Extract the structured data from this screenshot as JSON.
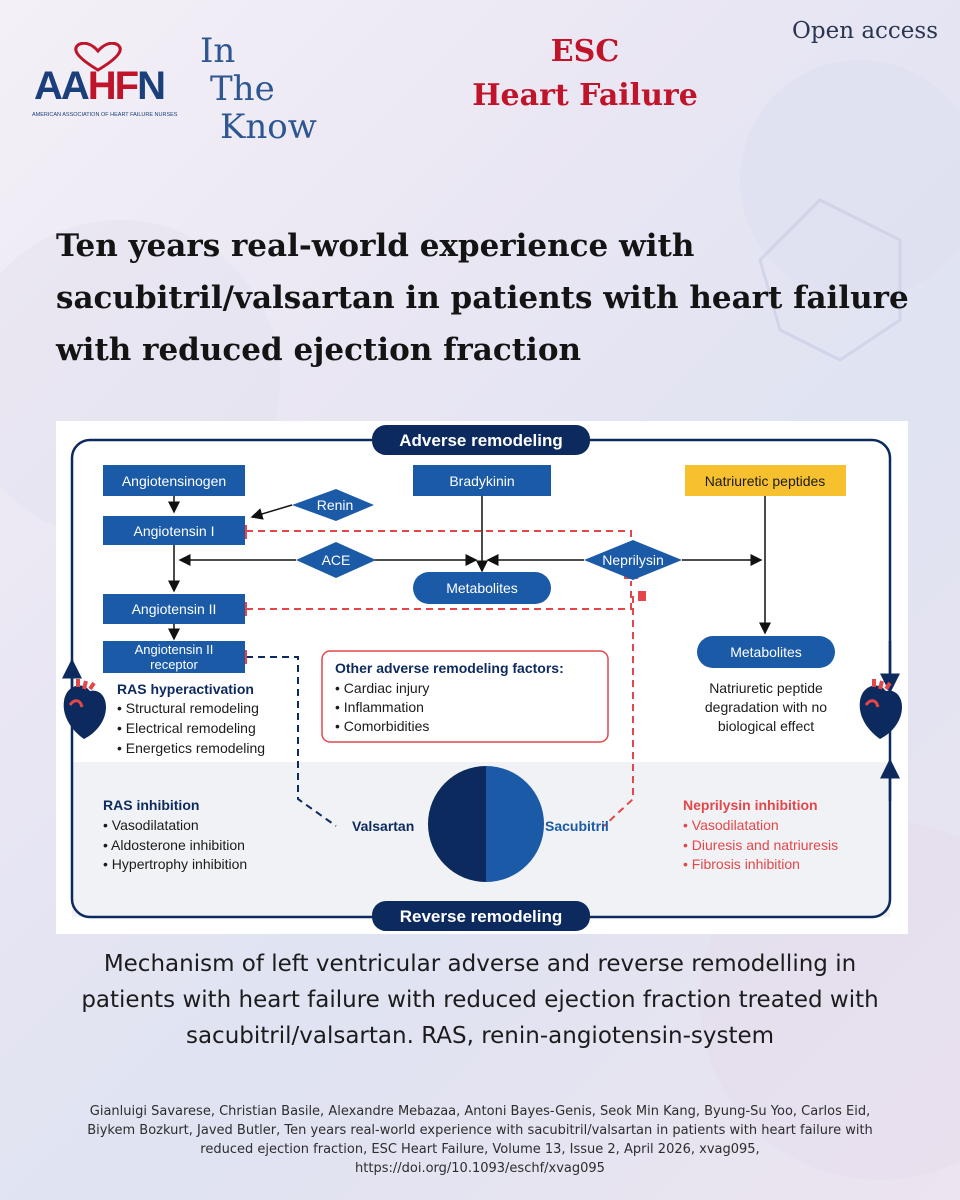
{
  "logo": {
    "letters": "AAHFN",
    "subtitle": "AMERICAN ASSOCIATION OF HEART FAILURE NURSES"
  },
  "header": {
    "brand_lines": [
      "In",
      "The",
      "Know"
    ],
    "journal_lines": [
      "ESC",
      "Heart Failure"
    ],
    "access": "Open access"
  },
  "title_lines": [
    "Ten years real-world experience with",
    "sacubitril/valsartan in patients with heart failure",
    "with reduced ejection fraction"
  ],
  "figure": {
    "top_banner": "Adverse remodeling",
    "bottom_banner": "Reverse remodeling",
    "nodes": {
      "angiotensinogen": "Angiotensinogen",
      "angiotensin_1": "Angiotensin I",
      "angiotensin_2": "Angiotensin II",
      "receptor_line1": "Angiotensin II",
      "receptor_line2": "receptor",
      "renin": "Renin",
      "ace": "ACE",
      "bradykinin": "Bradykinin",
      "metabolites_center": "Metabolites",
      "neprilysin": "Neprilysin",
      "natriuretic": "Natriuretic peptides",
      "metabolites_right": "Metabolites"
    },
    "ras_hyper": {
      "heading": "RAS hyperactivation",
      "items": [
        "Structural remodeling",
        "Electrical remodeling",
        "Energetics remodeling"
      ]
    },
    "other_factors": {
      "heading": "Other adverse remodeling factors:",
      "items": [
        "Cardiac injury",
        "Inflammation",
        "Comorbidities"
      ]
    },
    "np_degradation": [
      "Natriuretic peptide",
      "degradation with no",
      "biological effect"
    ],
    "ras_inhibition": {
      "heading": "RAS inhibition",
      "items": [
        "Vasodilatation",
        "Aldosterone inhibition",
        "Hypertrophy inhibition"
      ]
    },
    "neprilysin_inhibition": {
      "heading": "Neprilysin inhibition",
      "items": [
        "Vasodilatation",
        "Diuresis and natriuresis",
        "Fibrosis inhibition"
      ]
    },
    "drug_left": "Valsartan",
    "drug_right": "Sacubitril",
    "colors": {
      "navy": "#0d2a5e",
      "blue": "#1a5aa6",
      "red": "#e3474a",
      "yellow": "#f6c02f"
    },
    "icons": [
      "heart-icon",
      "heart-icon"
    ]
  },
  "caption_lines": [
    "Mechanism of left ventricular adverse and reverse remodelling in",
    "patients with heart failure with reduced ejection fraction treated with",
    "sacubitril/valsartan. RAS, renin-angiotensin-system"
  ],
  "citation_lines": [
    "Gianluigi Savarese, Christian Basile, Alexandre Mebazaa, Antoni Bayes-Genis, Seok Min Kang, Byung-Su Yoo, Carlos Eid,",
    "Biykem Bozkurt, Javed Butler, Ten years real-world experience with sacubitril/valsartan in patients with heart failure with",
    "reduced ejection fraction, ESC Heart Failure, Volume 13, Issue 2, April 2026, xvag095,",
    "https://doi.org/10.1093/eschf/xvag095"
  ]
}
